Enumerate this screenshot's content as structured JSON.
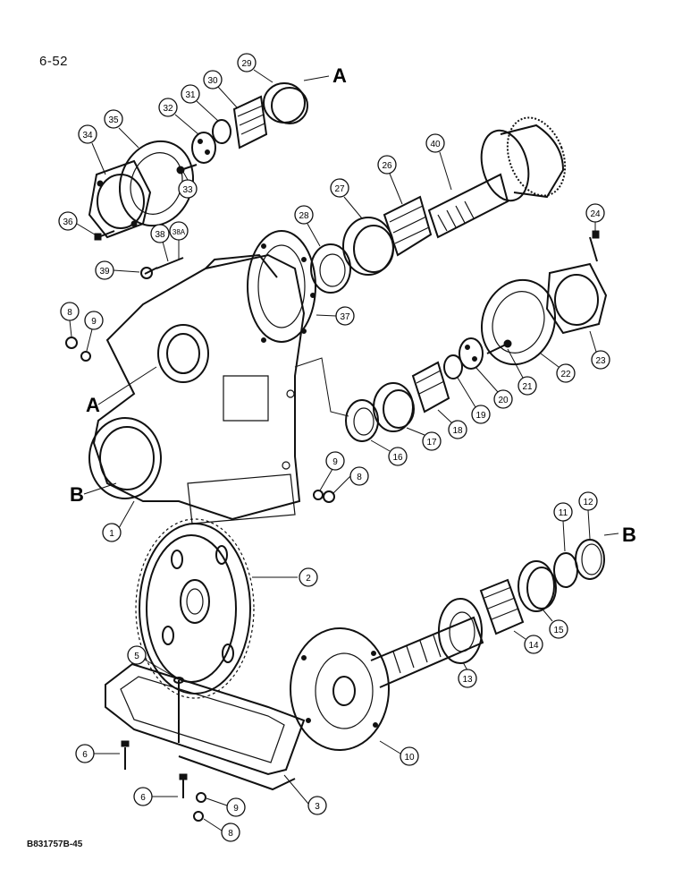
{
  "page_number": "6-52",
  "reference_code": "B831757B-45",
  "section_letters": [
    "A",
    "A",
    "B",
    "B"
  ],
  "callouts": [
    {
      "id": "c1",
      "label": "1"
    },
    {
      "id": "c2",
      "label": "2"
    },
    {
      "id": "c3",
      "label": "3"
    },
    {
      "id": "c5",
      "label": "5"
    },
    {
      "id": "c6a",
      "label": "6"
    },
    {
      "id": "c6b",
      "label": "6"
    },
    {
      "id": "c8a",
      "label": "8"
    },
    {
      "id": "c8b",
      "label": "8"
    },
    {
      "id": "c8c",
      "label": "8"
    },
    {
      "id": "c9a",
      "label": "9"
    },
    {
      "id": "c9b",
      "label": "9"
    },
    {
      "id": "c9c",
      "label": "9"
    },
    {
      "id": "c10",
      "label": "10"
    },
    {
      "id": "c11",
      "label": "11"
    },
    {
      "id": "c12",
      "label": "12"
    },
    {
      "id": "c13",
      "label": "13"
    },
    {
      "id": "c14",
      "label": "14"
    },
    {
      "id": "c15",
      "label": "15"
    },
    {
      "id": "c16",
      "label": "16"
    },
    {
      "id": "c17",
      "label": "17"
    },
    {
      "id": "c18",
      "label": "18"
    },
    {
      "id": "c19",
      "label": "19"
    },
    {
      "id": "c20",
      "label": "20"
    },
    {
      "id": "c21",
      "label": "21"
    },
    {
      "id": "c22",
      "label": "22"
    },
    {
      "id": "c23",
      "label": "23"
    },
    {
      "id": "c24",
      "label": "24"
    },
    {
      "id": "c26",
      "label": "26"
    },
    {
      "id": "c27",
      "label": "27"
    },
    {
      "id": "c28",
      "label": "28"
    },
    {
      "id": "c29",
      "label": "29"
    },
    {
      "id": "c30",
      "label": "30"
    },
    {
      "id": "c31",
      "label": "31"
    },
    {
      "id": "c32",
      "label": "32"
    },
    {
      "id": "c33",
      "label": "33"
    },
    {
      "id": "c34",
      "label": "34"
    },
    {
      "id": "c35",
      "label": "35"
    },
    {
      "id": "c36",
      "label": "36"
    },
    {
      "id": "c37",
      "label": "37"
    },
    {
      "id": "c38",
      "label": "38"
    },
    {
      "id": "c38A",
      "label": "38A"
    },
    {
      "id": "c39",
      "label": "39"
    },
    {
      "id": "c40",
      "label": "40"
    }
  ]
}
